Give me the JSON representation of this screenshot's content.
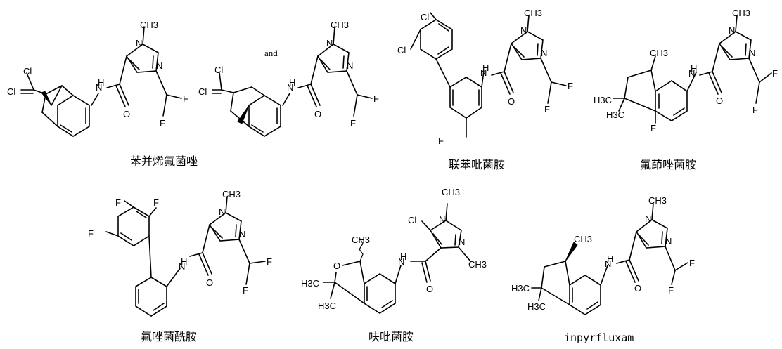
{
  "labels": {
    "and": "and",
    "compound_1": "苯并烯氟菌唑",
    "compound_2": "联苯吡菌胺",
    "compound_3": "氟茚唑菌胺",
    "compound_4": "氟唑菌酰胺",
    "compound_5": "呋吡菌胺",
    "compound_6": "inpyrfluxam"
  },
  "atoms": {
    "cl": "Cl",
    "f": "F",
    "n": "N",
    "h": "H",
    "o": "O",
    "ch3": "CH3",
    "h3c": "H3C"
  }
}
